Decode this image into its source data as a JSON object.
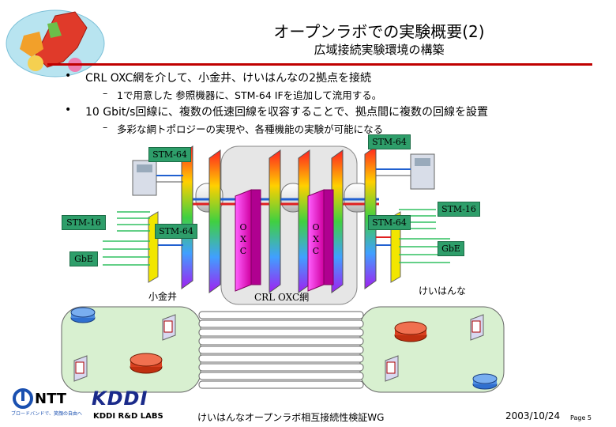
{
  "header": {
    "title": "オープンラボでの実験概要(2)",
    "subtitle": "広域接続実験環境の構築"
  },
  "bullets": [
    {
      "text": "CRL OXC網を介して、小金井、けいはんなの2拠点を接続",
      "sub": "1で用意した 参照機器に、STM-64 IFを追加して流用する。"
    },
    {
      "text": "10 Gbit/s回線に、複数の低速回線を収容することで、拠点間に複数の回線を設置",
      "sub": "多彩な網トポロジーの実現や、各種機能の実験が可能になる"
    }
  ],
  "diagram": {
    "tags": {
      "stm64_top_left": "STM-64",
      "stm64_mid_left": "STM-64",
      "stm16_left": "STM-16",
      "gbe_left": "GbE",
      "stm64_top_right": "STM-64",
      "stm64_mid_right": "STM-64",
      "stm16_right": "STM-16",
      "gbe_right": "GbE"
    },
    "oxc_label": "O X C",
    "site_left": "小金井",
    "site_right": "けいはんな",
    "network": "CRL OXC網"
  },
  "footer": {
    "title": "けいはんなオープンラボ相互接続性検証WG",
    "date": "2003/10/24",
    "page": "Page 5",
    "logo_ntt": "NTT",
    "logo_ntt_tagline": "ブロードバンドで、笑顔の自由へ",
    "logo_kddi": "KDDI",
    "logo_kddi_labs": "KDDI R&D LABS"
  },
  "colors": {
    "accent_red": "#c00000",
    "tag_green": "#2e9e6a",
    "cloud_green": "#d8f0d0",
    "network_gray": "#e6e6e6"
  }
}
